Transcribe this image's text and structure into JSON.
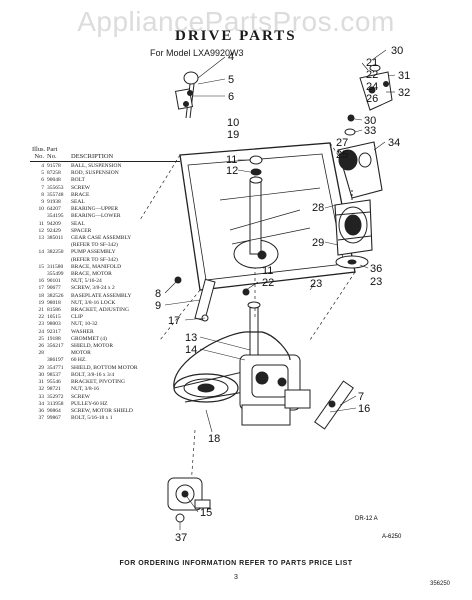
{
  "watermark": "AppliancePartsPros.com",
  "title": "DRIVE PARTS",
  "subtitle": "For Model LXA9920W3",
  "parts_table": {
    "header_illus": "Illus. Part",
    "header_no": "No.",
    "header_no2": "No.",
    "header_desc": "DESCRIPTION",
    "rows": [
      {
        "illus": "4",
        "part": "91578",
        "desc": "BALL, SUSPENSION"
      },
      {
        "illus": "5",
        "part": "87258",
        "desc": "ROD, SUSPENSION"
      },
      {
        "illus": "6",
        "part": "90048",
        "desc": "BOLT"
      },
      {
        "illus": "7",
        "part": "355653",
        "desc": "SCREW"
      },
      {
        "illus": "8",
        "part": "355748",
        "desc": "BRACE"
      },
      {
        "illus": "9",
        "part": "91938",
        "desc": "SEAL"
      },
      {
        "illus": "10",
        "part": "64207",
        "desc": "BEARING—UPPER"
      },
      {
        "illus": "",
        "part": "354195",
        "desc": "BEARING—LOWER"
      },
      {
        "illus": "11",
        "part": "94209",
        "desc": "SEAL"
      },
      {
        "illus": "12",
        "part": "92429",
        "desc": "SPACER"
      },
      {
        "illus": "13",
        "part": "385011",
        "desc": "GEAR CASE ASSEMBLY"
      },
      {
        "illus": "",
        "part": "",
        "desc": "(REFER TO SF-342)"
      },
      {
        "illus": "14",
        "part": "382250",
        "desc": "PUMP ASSEMBLY"
      },
      {
        "illus": "",
        "part": "",
        "desc": "(REFER TO SF-342)"
      },
      {
        "illus": "15",
        "part": "311580",
        "desc": "BRACE, MANIFOLD"
      },
      {
        "illus": "",
        "part": "355499",
        "desc": "BRACE, MOTOR"
      },
      {
        "illus": "16",
        "part": "90101",
        "desc": "NUT, 5/16-24"
      },
      {
        "illus": "17",
        "part": "90677",
        "desc": "SCREW, 3/8-24 x 2"
      },
      {
        "illus": "18",
        "part": "382526",
        "desc": "BASEPLATE ASSEMBLY"
      },
      {
        "illus": "19",
        "part": "98018",
        "desc": "NUT, 3/8-16 LOCK"
      },
      {
        "illus": "21",
        "part": "81586",
        "desc": "BRACKET, ADJUSTING"
      },
      {
        "illus": "22",
        "part": "10515",
        "desc": "CLIP"
      },
      {
        "illus": "23",
        "part": "98003",
        "desc": "NUT, 10-32"
      },
      {
        "illus": "24",
        "part": "92317",
        "desc": "WASHER"
      },
      {
        "illus": "25",
        "part": "19188",
        "desc": "GROMMET (4)"
      },
      {
        "illus": "26",
        "part": "356217",
        "desc": "SHIELD, MOTOR"
      },
      {
        "illus": "28",
        "part": "",
        "desc": "MOTOR"
      },
      {
        "illus": "",
        "part": "386197",
        "desc": "60 HZ."
      },
      {
        "illus": "29",
        "part": "354771",
        "desc": "SHIELD, BOTTOM MOTOR"
      },
      {
        "illus": "30",
        "part": "98537",
        "desc": "BOLT, 3/8-16 x 3/4"
      },
      {
        "illus": "31",
        "part": "95546",
        "desc": "BRACKET, PIVOTING"
      },
      {
        "illus": "32",
        "part": "98721",
        "desc": "NUT, 3/8-16"
      },
      {
        "illus": "33",
        "part": "352972",
        "desc": "SCREW"
      },
      {
        "illus": "34",
        "part": "313958",
        "desc": "PULLEY-60 HZ"
      },
      {
        "illus": "36",
        "part": "90864",
        "desc": "SCREW, MOTOR SHIELD"
      },
      {
        "illus": "37",
        "part": "99867",
        "desc": "BOLT, 5/16-18 x 1"
      }
    ]
  },
  "callouts": [
    "4",
    "5",
    "6",
    "10",
    "19",
    "11",
    "12",
    "8",
    "9",
    "17",
    "13",
    "14",
    "11",
    "22",
    "23",
    "21",
    "22",
    "24",
    "26",
    "27",
    "25",
    "30",
    "31",
    "32",
    "30",
    "33",
    "34",
    "28",
    "29",
    "36",
    "23",
    "7",
    "16",
    "15",
    "37",
    "18"
  ],
  "figure_code": "DR-12 A",
  "figure_number": "A-6250",
  "ordering_note": "FOR ORDERING INFORMATION REFER TO PARTS PRICE LIST",
  "page_number": "3",
  "doc_number": "356250"
}
